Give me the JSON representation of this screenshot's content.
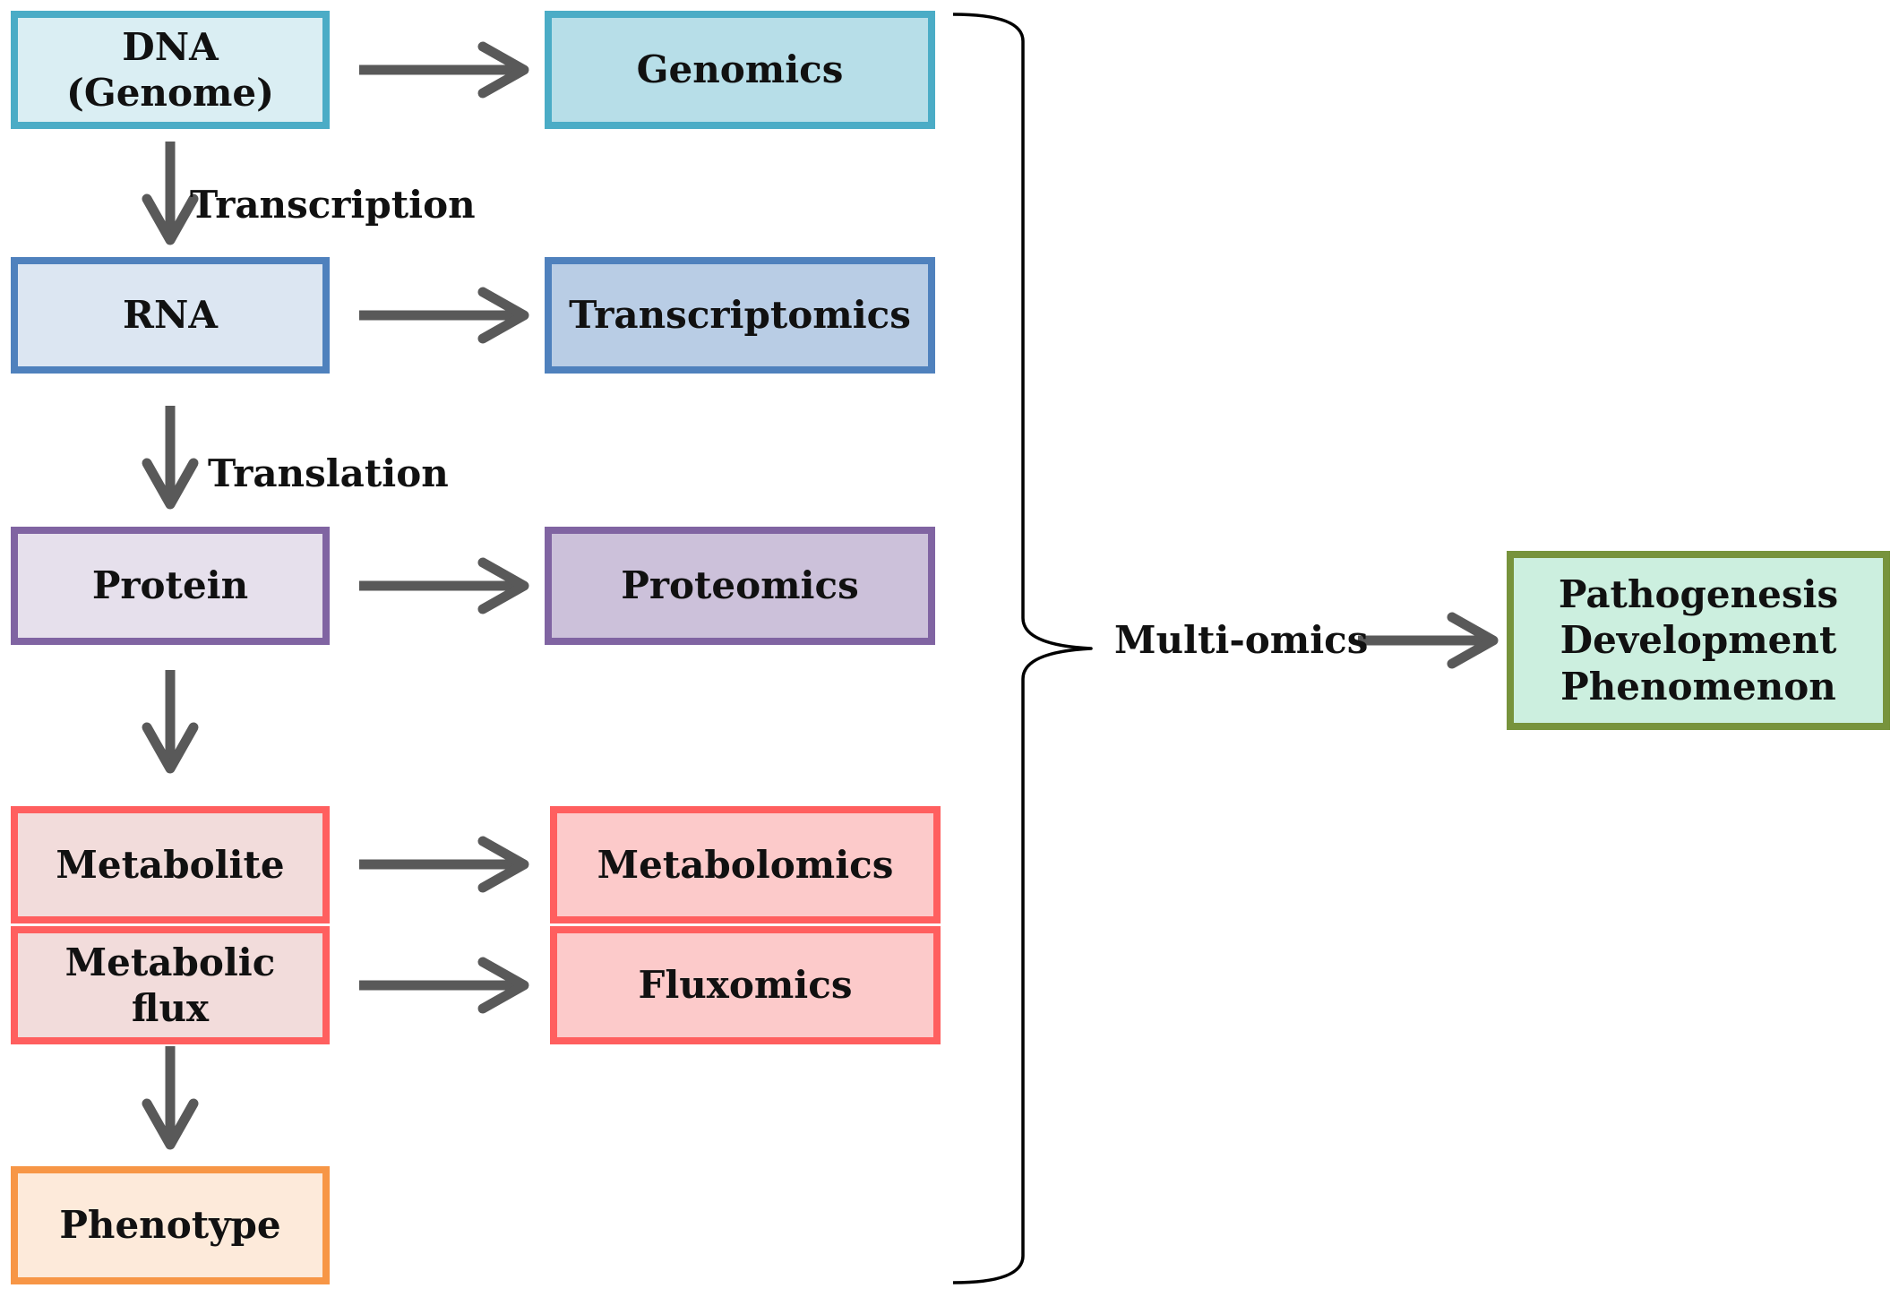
{
  "diagram": {
    "molecules": {
      "dna": "DNA\n(Genome)",
      "rna": "RNA",
      "protein": "Protein",
      "metabolite": "Metabolite",
      "flux": "Metabolic\nflux",
      "phenotype": "Phenotype"
    },
    "omics": {
      "genomics": "Genomics",
      "transcriptomics": "Transcriptomics",
      "proteomics": "Proteomics",
      "metabolomics": "Metabolomics",
      "fluxomics": "Fluxomics"
    },
    "processes": {
      "transcription": "Transcription",
      "translation": "Translation"
    },
    "integration": {
      "label": "Multi-omics",
      "outcome": "Pathogenesis\nDevelopment\nPhenomenon"
    },
    "colors": {
      "dna_border": "#4BACC6",
      "dna_fill": "#DAEEF3",
      "genomics_border": "#4BACC6",
      "genomics_fill": "#B7DEE8",
      "rna_border": "#4F81BD",
      "rna_fill": "#DCE6F2",
      "transcriptomics_border": "#4F81BD",
      "transcriptomics_fill": "#B9CDE5",
      "protein_border": "#8064A2",
      "protein_fill": "#E6E0EC",
      "proteomics_border": "#8064A2",
      "proteomics_fill": "#CCC1DA",
      "metabolite_border": "#FF5F5F",
      "metabolite_fill": "#F2DCDB",
      "metabolomics_border": "#FF5F5F",
      "metabolomics_fill": "#FCCACA",
      "phenotype_border": "#F79646",
      "phenotype_fill": "#FDEADA",
      "outcome_border": "#77933C",
      "outcome_fill": "#CCEFDF",
      "arrow": "#595959",
      "brace": "#000000"
    }
  }
}
